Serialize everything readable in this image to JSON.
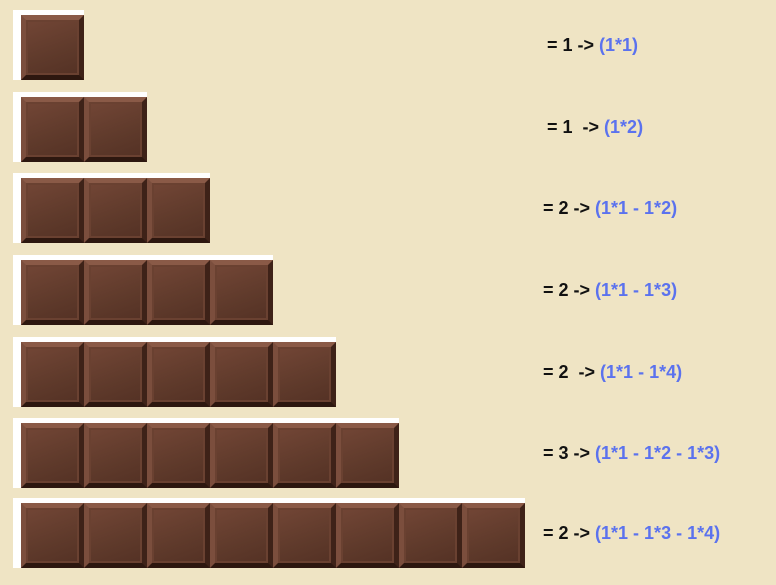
{
  "colors": {
    "background": "#efe4c4",
    "chocolate": "#6a4131",
    "text": "#111111",
    "expression": "#5b72ee"
  },
  "rows": [
    {
      "pieces": 1,
      "result": "= 1 -> ",
      "expression": "(1*1)"
    },
    {
      "pieces": 2,
      "result": "= 1  -> ",
      "expression": "(1*2)"
    },
    {
      "pieces": 3,
      "result": "= 2 -> ",
      "expression": "(1*1 - 1*2)"
    },
    {
      "pieces": 4,
      "result": "= 2 -> ",
      "expression": "(1*1 - 1*3)"
    },
    {
      "pieces": 5,
      "result": "= 2  -> ",
      "expression": "(1*1 - 1*4)"
    },
    {
      "pieces": 6,
      "result": "= 3 -> ",
      "expression": "(1*1 - 1*2 - 1*3)"
    },
    {
      "pieces": 8,
      "result": "= 2 -> ",
      "expression": "(1*1 - 1*3 - 1*4)"
    }
  ]
}
